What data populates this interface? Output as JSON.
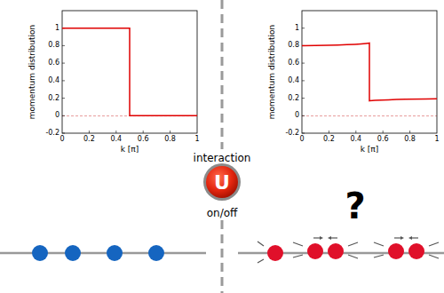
{
  "diagram": {
    "nodes": [
      {
        "text": [
          "U"
        ]
      }
    ],
    "labels": [
      "momentum distribution",
      "1",
      "0.8",
      "0.6",
      "0.4",
      "0.2",
      "0",
      "-0.2",
      "0",
      "0.2",
      "0.4",
      "0.6",
      "0.8",
      "1",
      "k [π]",
      "momentum distribution",
      "1",
      "0.8",
      "0.6",
      "0.4",
      "0.2",
      "0",
      "-0.2",
      "0",
      "0.2",
      "0.4",
      "0.6",
      "0.8",
      "1",
      "k [π]",
      "interaction",
      "on/off",
      "?"
    ]
  }
}
